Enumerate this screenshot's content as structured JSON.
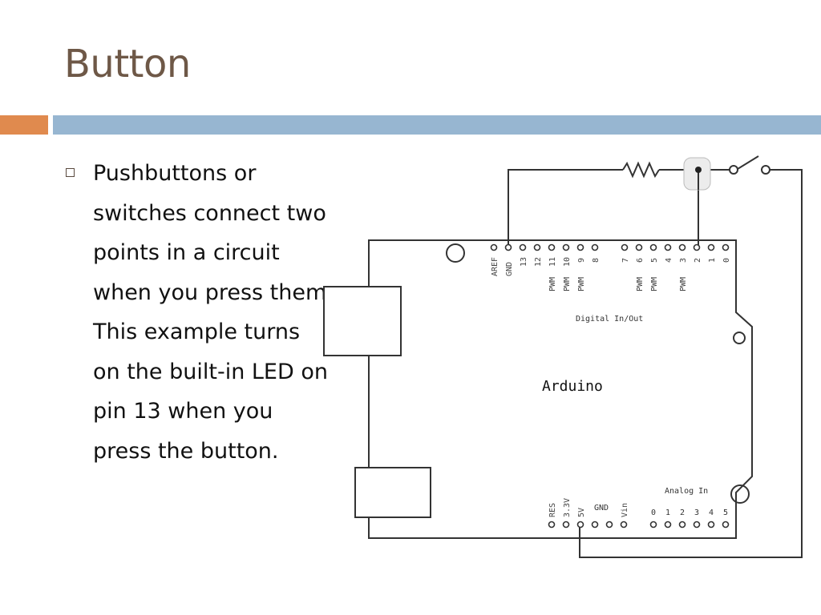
{
  "slide": {
    "title": "Button",
    "body": "Pushbuttons or switches connect two points in a circuit when you press them. This example turns on the built-in LED on pin 13 when you press the button."
  },
  "colors": {
    "accent_orange": "#e08a4e",
    "accent_blue": "#97b6d1",
    "title_color": "#6e5847"
  },
  "diagram": {
    "board_label": "Arduino",
    "digital_header_label": "Digital In/Out",
    "analog_header_label": "Analog In",
    "digital_pins": [
      "AREF",
      "GND",
      "13",
      "12",
      "11",
      "10",
      "9",
      "8",
      "7",
      "6",
      "5",
      "4",
      "3",
      "2",
      "1",
      "0"
    ],
    "pwm_labels": [
      "PWM",
      "PWM",
      "PWM",
      "PWM",
      "PWM",
      "PWM"
    ],
    "power_pins": [
      "RES",
      "3.3V",
      "5V",
      "GND",
      "",
      "Vin"
    ],
    "analog_pins": [
      "0",
      "1",
      "2",
      "3",
      "4",
      "5"
    ]
  }
}
